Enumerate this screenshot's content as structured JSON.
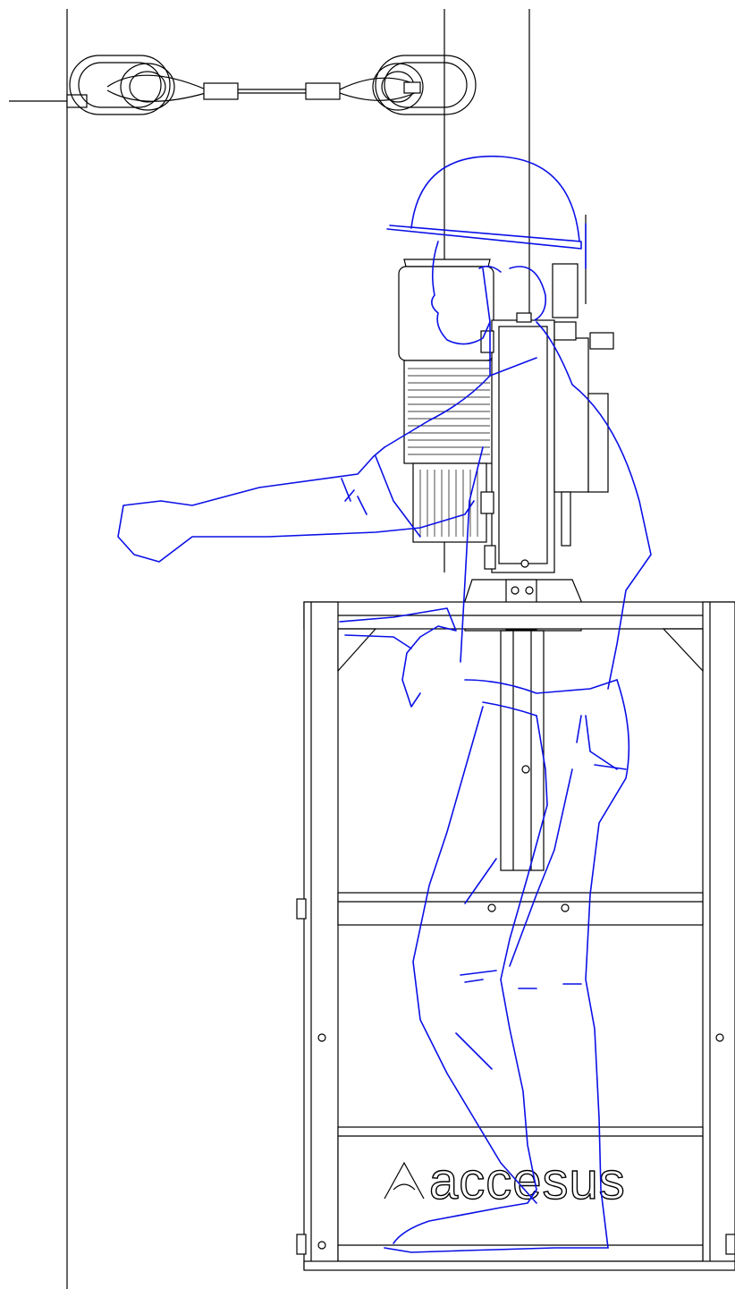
{
  "drawing": {
    "logo": {
      "text": "accesus",
      "mark": "A"
    },
    "colors": {
      "lines": "#000000",
      "figure": "#0a10e6",
      "background": "#ffffff"
    },
    "components": [
      "wire-rope-sling",
      "suspension-wire-ropes",
      "hoist-motor",
      "hoist-traction-unit",
      "platform-frame",
      "worker-figure"
    ]
  }
}
